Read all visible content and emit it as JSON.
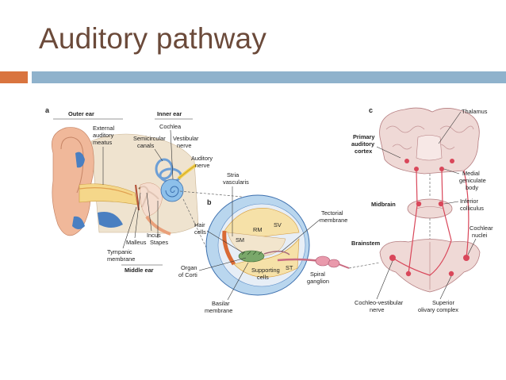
{
  "slide": {
    "title": "Auditory pathway"
  },
  "colors": {
    "title": "#6b4a3a",
    "accent_orange": "#d9743f",
    "accent_blue": "#8fb2cc"
  },
  "figure": {
    "panel_a": {
      "letter": "a",
      "outer_ear": "Outer ear",
      "inner_ear": "Inner ear",
      "middle_ear": "Middle ear",
      "external_meatus": [
        "External",
        "auditory",
        "meatus"
      ],
      "cochlea": "Cochlea",
      "semicircular": [
        "Semicircular",
        "canals"
      ],
      "vestibular": [
        "Vestibular",
        "nerve"
      ],
      "auditory_nerve": [
        "Auditory",
        "nerve"
      ],
      "incus": "Incus",
      "malleus": "Malleus",
      "stapes": "Stapes",
      "tympanic": [
        "Tympanic",
        "membrane"
      ]
    },
    "panel_b": {
      "letter": "b",
      "stria": [
        "Stria",
        "vascularis"
      ],
      "tectorial": [
        "Tectorial",
        "membrane"
      ],
      "hair_cells": [
        "Hair",
        "cells"
      ],
      "rm": "RM",
      "sv": "SV",
      "sm": "SM",
      "st": "ST",
      "supporting": [
        "Supporting",
        "cells"
      ],
      "organ": [
        "Organ",
        "of Corti"
      ],
      "spiral": [
        "Spiral",
        "ganglion"
      ],
      "basilar": [
        "Basilar",
        "membrane"
      ]
    },
    "panel_c": {
      "letter": "c",
      "thalamus": "Thalamus",
      "primary": [
        "Primary",
        "auditory",
        "cortex"
      ],
      "mgb": [
        "Medial",
        "geniculate",
        "body"
      ],
      "midbrain": "Midbrain",
      "inferior": [
        "Inferior",
        "colliculus"
      ],
      "brainstem": "Brainstem",
      "cochlear_nuclei": [
        "Cochlear",
        "nuclei"
      ],
      "cochleo": [
        "Cochleo-vestibular",
        "nerve"
      ],
      "superior": [
        "Superior",
        "olivary complex"
      ]
    }
  }
}
